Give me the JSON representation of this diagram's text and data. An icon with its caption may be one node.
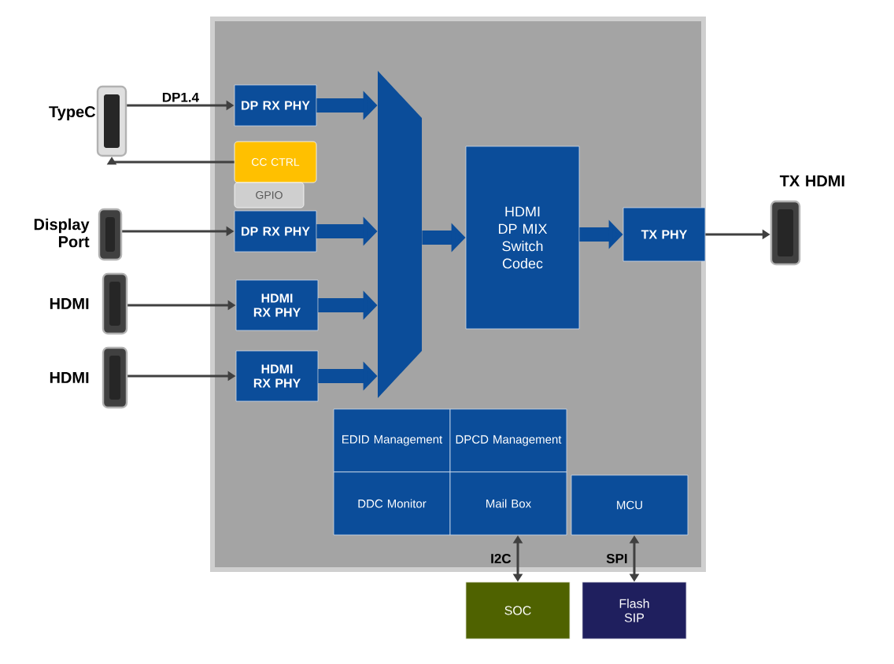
{
  "diagram": {
    "nodes": [
      {
        "text": [],
        "shape": "box"
      },
      {
        "text": [],
        "shape": "connector",
        "beside": [
          "TypeC"
        ]
      },
      {
        "text": [
          "DP RX PHY"
        ],
        "in": 0
      },
      {
        "text": [
          "CC CTRL"
        ],
        "in": 0
      },
      {
        "text": [
          "GPIO"
        ],
        "in": 0
      },
      {
        "text": [],
        "shape": "connector",
        "beside": [
          "Display Port"
        ]
      },
      {
        "text": [
          "DP RX PHY"
        ],
        "in": 0
      },
      {
        "text": [],
        "shape": "connector",
        "beside": [
          "HDMI"
        ]
      },
      {
        "text": [
          "HDMI RX PHY"
        ],
        "in": 0
      },
      {
        "text": [],
        "shape": "connector",
        "beside": [
          "HDMI"
        ]
      },
      {
        "text": [
          "HDMI RX PHY"
        ],
        "in": 0
      },
      {
        "text": [],
        "shape": "trapezoid",
        "in": 0
      },
      {
        "text": [
          "HDMI DP MIX Switch Codec"
        ],
        "in": 0
      },
      {
        "text": [
          "TX PHY"
        ],
        "in": 0
      },
      {
        "text": [],
        "shape": "connector",
        "beside": [
          "TX HDMI"
        ]
      },
      {
        "text": [
          "EDID Management"
        ],
        "in": 0
      },
      {
        "text": [
          "DPCD Management"
        ],
        "in": 0
      },
      {
        "text": [
          "DDC Monitor"
        ],
        "in": 0
      },
      {
        "text": [
          "Mail Box"
        ],
        "in": 0
      },
      {
        "text": [
          "MCU"
        ],
        "in": 0
      },
      {
        "text": [
          "SOC"
        ]
      },
      {
        "text": [
          "Flash SIP"
        ]
      }
    ],
    "edges": [
      {
        "from": 1,
        "to": 2,
        "arrow": "to",
        "label": "DP1.4"
      },
      {
        "from": 3,
        "to": 1,
        "arrow": "to"
      },
      {
        "from": 5,
        "to": 6,
        "arrow": "to"
      },
      {
        "from": 7,
        "to": 8,
        "arrow": "to"
      },
      {
        "from": 9,
        "to": 10,
        "arrow": "to"
      },
      {
        "from": 2,
        "to": 11,
        "arrow": "to",
        "style": "thick",
        "color": "#0b4d9a"
      },
      {
        "from": 6,
        "to": 11,
        "arrow": "to",
        "style": "thick",
        "color": "#0b4d9a"
      },
      {
        "from": 8,
        "to": 11,
        "arrow": "to",
        "style": "thick",
        "color": "#0b4d9a"
      },
      {
        "from": 10,
        "to": 11,
        "arrow": "to",
        "style": "thick",
        "color": "#0b4d9a"
      },
      {
        "from": 11,
        "to": 12,
        "arrow": "to",
        "style": "thick",
        "color": "#0b4d9a"
      },
      {
        "from": 12,
        "to": 13,
        "arrow": "to",
        "style": "thick",
        "color": "#0b4d9a"
      },
      {
        "from": 13,
        "to": 14,
        "arrow": "to"
      },
      {
        "from": 18,
        "to": 20,
        "arrow": "both",
        "label": "I2C"
      },
      {
        "from": 19,
        "to": 21,
        "arrow": "both",
        "label": "SPI"
      }
    ]
  }
}
